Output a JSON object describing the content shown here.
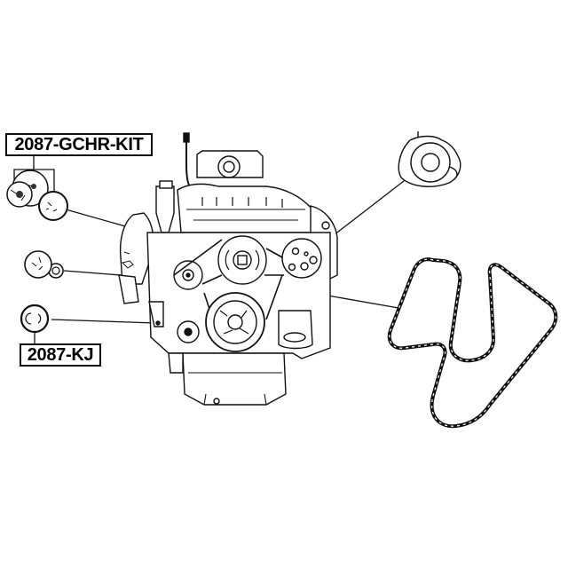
{
  "diagram": {
    "type": "engine accessory belt drive parts diagram",
    "background": "#ffffff",
    "line_color": "#111111",
    "labels": [
      {
        "id": "kit",
        "text": "2087-GCHR-KIT",
        "refers_to": [
          "tensioner-pulley-1",
          "idler-pulley-2"
        ]
      },
      {
        "id": "kj",
        "text": "2087-KJ",
        "refers_to": [
          "idler-pulley-4"
        ]
      }
    ],
    "parts": [
      {
        "name": "tensioner-pulley-1",
        "position": "left, top"
      },
      {
        "name": "idler-pulley-2",
        "position": "left, top"
      },
      {
        "name": "tensioner-pulley-3",
        "position": "left, middle"
      },
      {
        "name": "idler-pulley-4",
        "position": "left, lower"
      },
      {
        "name": "water-pump",
        "position": "right, top"
      },
      {
        "name": "serpentine-belt",
        "position": "right, lower"
      },
      {
        "name": "engine-assembly",
        "position": "center"
      }
    ]
  }
}
